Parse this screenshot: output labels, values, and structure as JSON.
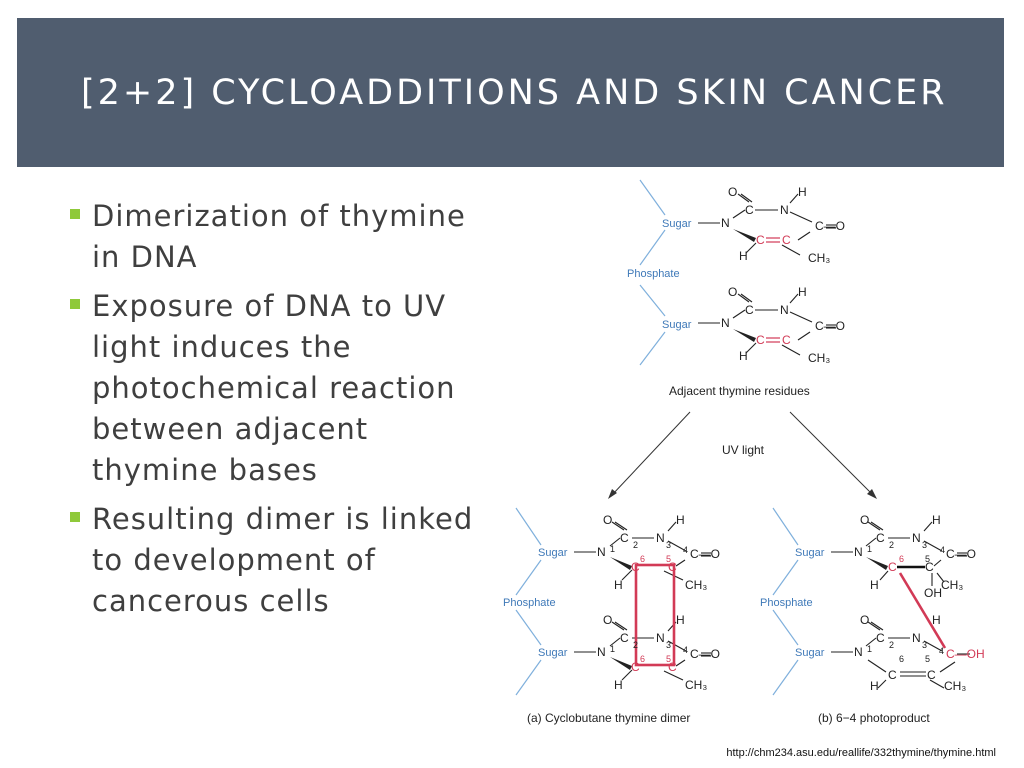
{
  "slide": {
    "title": "[2+2] Cycloadditions and skin cancer",
    "bullets": [
      "Dimerization of thymine in DNA",
      "Exposure of DNA to UV light induces the photochemical reaction between adjacent thymine bases",
      "Resulting dimer is linked to development of cancerous cells"
    ],
    "source": "http://chm234.asu.edu/reallife/332thymine/thymine.html"
  },
  "diagram": {
    "labels": {
      "sugar": "Sugar",
      "phosphate": "Phosphate",
      "adjacent": "Adjacent thymine residues",
      "uv": "UV light",
      "caption_a": "(a) Cyclobutane thymine dimer",
      "caption_b": "(b) 6−4 photoproduct"
    },
    "atoms": {
      "O": "O",
      "H": "H",
      "N": "N",
      "C": "C",
      "CH3": "CH₃",
      "C_O": "C—O",
      "OH": "OH",
      "C_OH": "C—OH"
    },
    "ring_numbers": [
      "1",
      "2",
      "3",
      "4",
      "5",
      "6"
    ],
    "colors": {
      "title_bar": "#505d6f",
      "accent_green": "#8fc93a",
      "bond_red": "#d23a56",
      "backbone_blue": "#7fb0dc",
      "label_blue": "#3f79b8"
    }
  }
}
